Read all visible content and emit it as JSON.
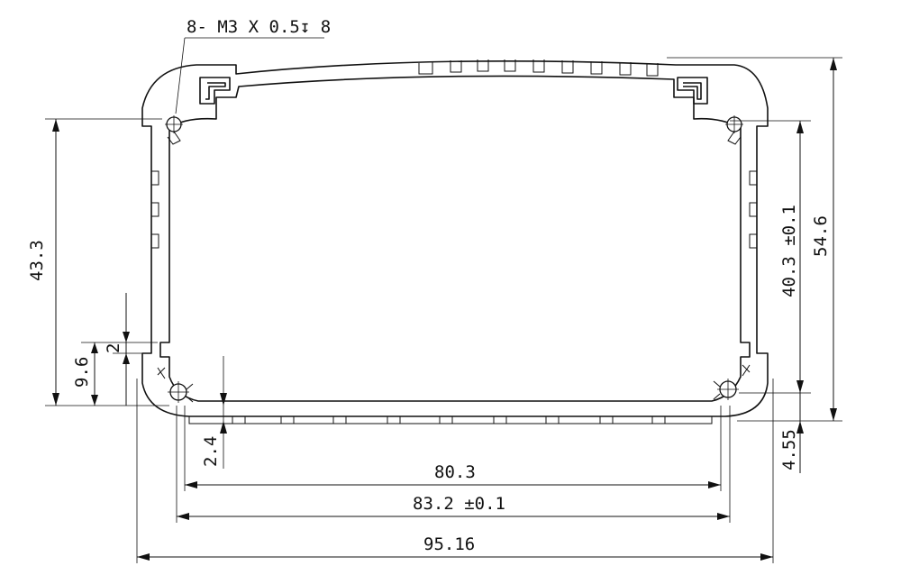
{
  "callout": {
    "text": "8- M3 X 0.5↧ 8"
  },
  "dimensions": {
    "height_left": "43.3",
    "height_right_inner": "40.3 ±0.1",
    "height_right_outer": "54.6",
    "offset_2": "2",
    "offset_9_6": "9.6",
    "depth_2_4": "2.4",
    "bottom_4_55": "4.55",
    "width_80_3": "80.3",
    "width_83_2": "83.2 ±0.1",
    "width_95_16": "95.16"
  }
}
